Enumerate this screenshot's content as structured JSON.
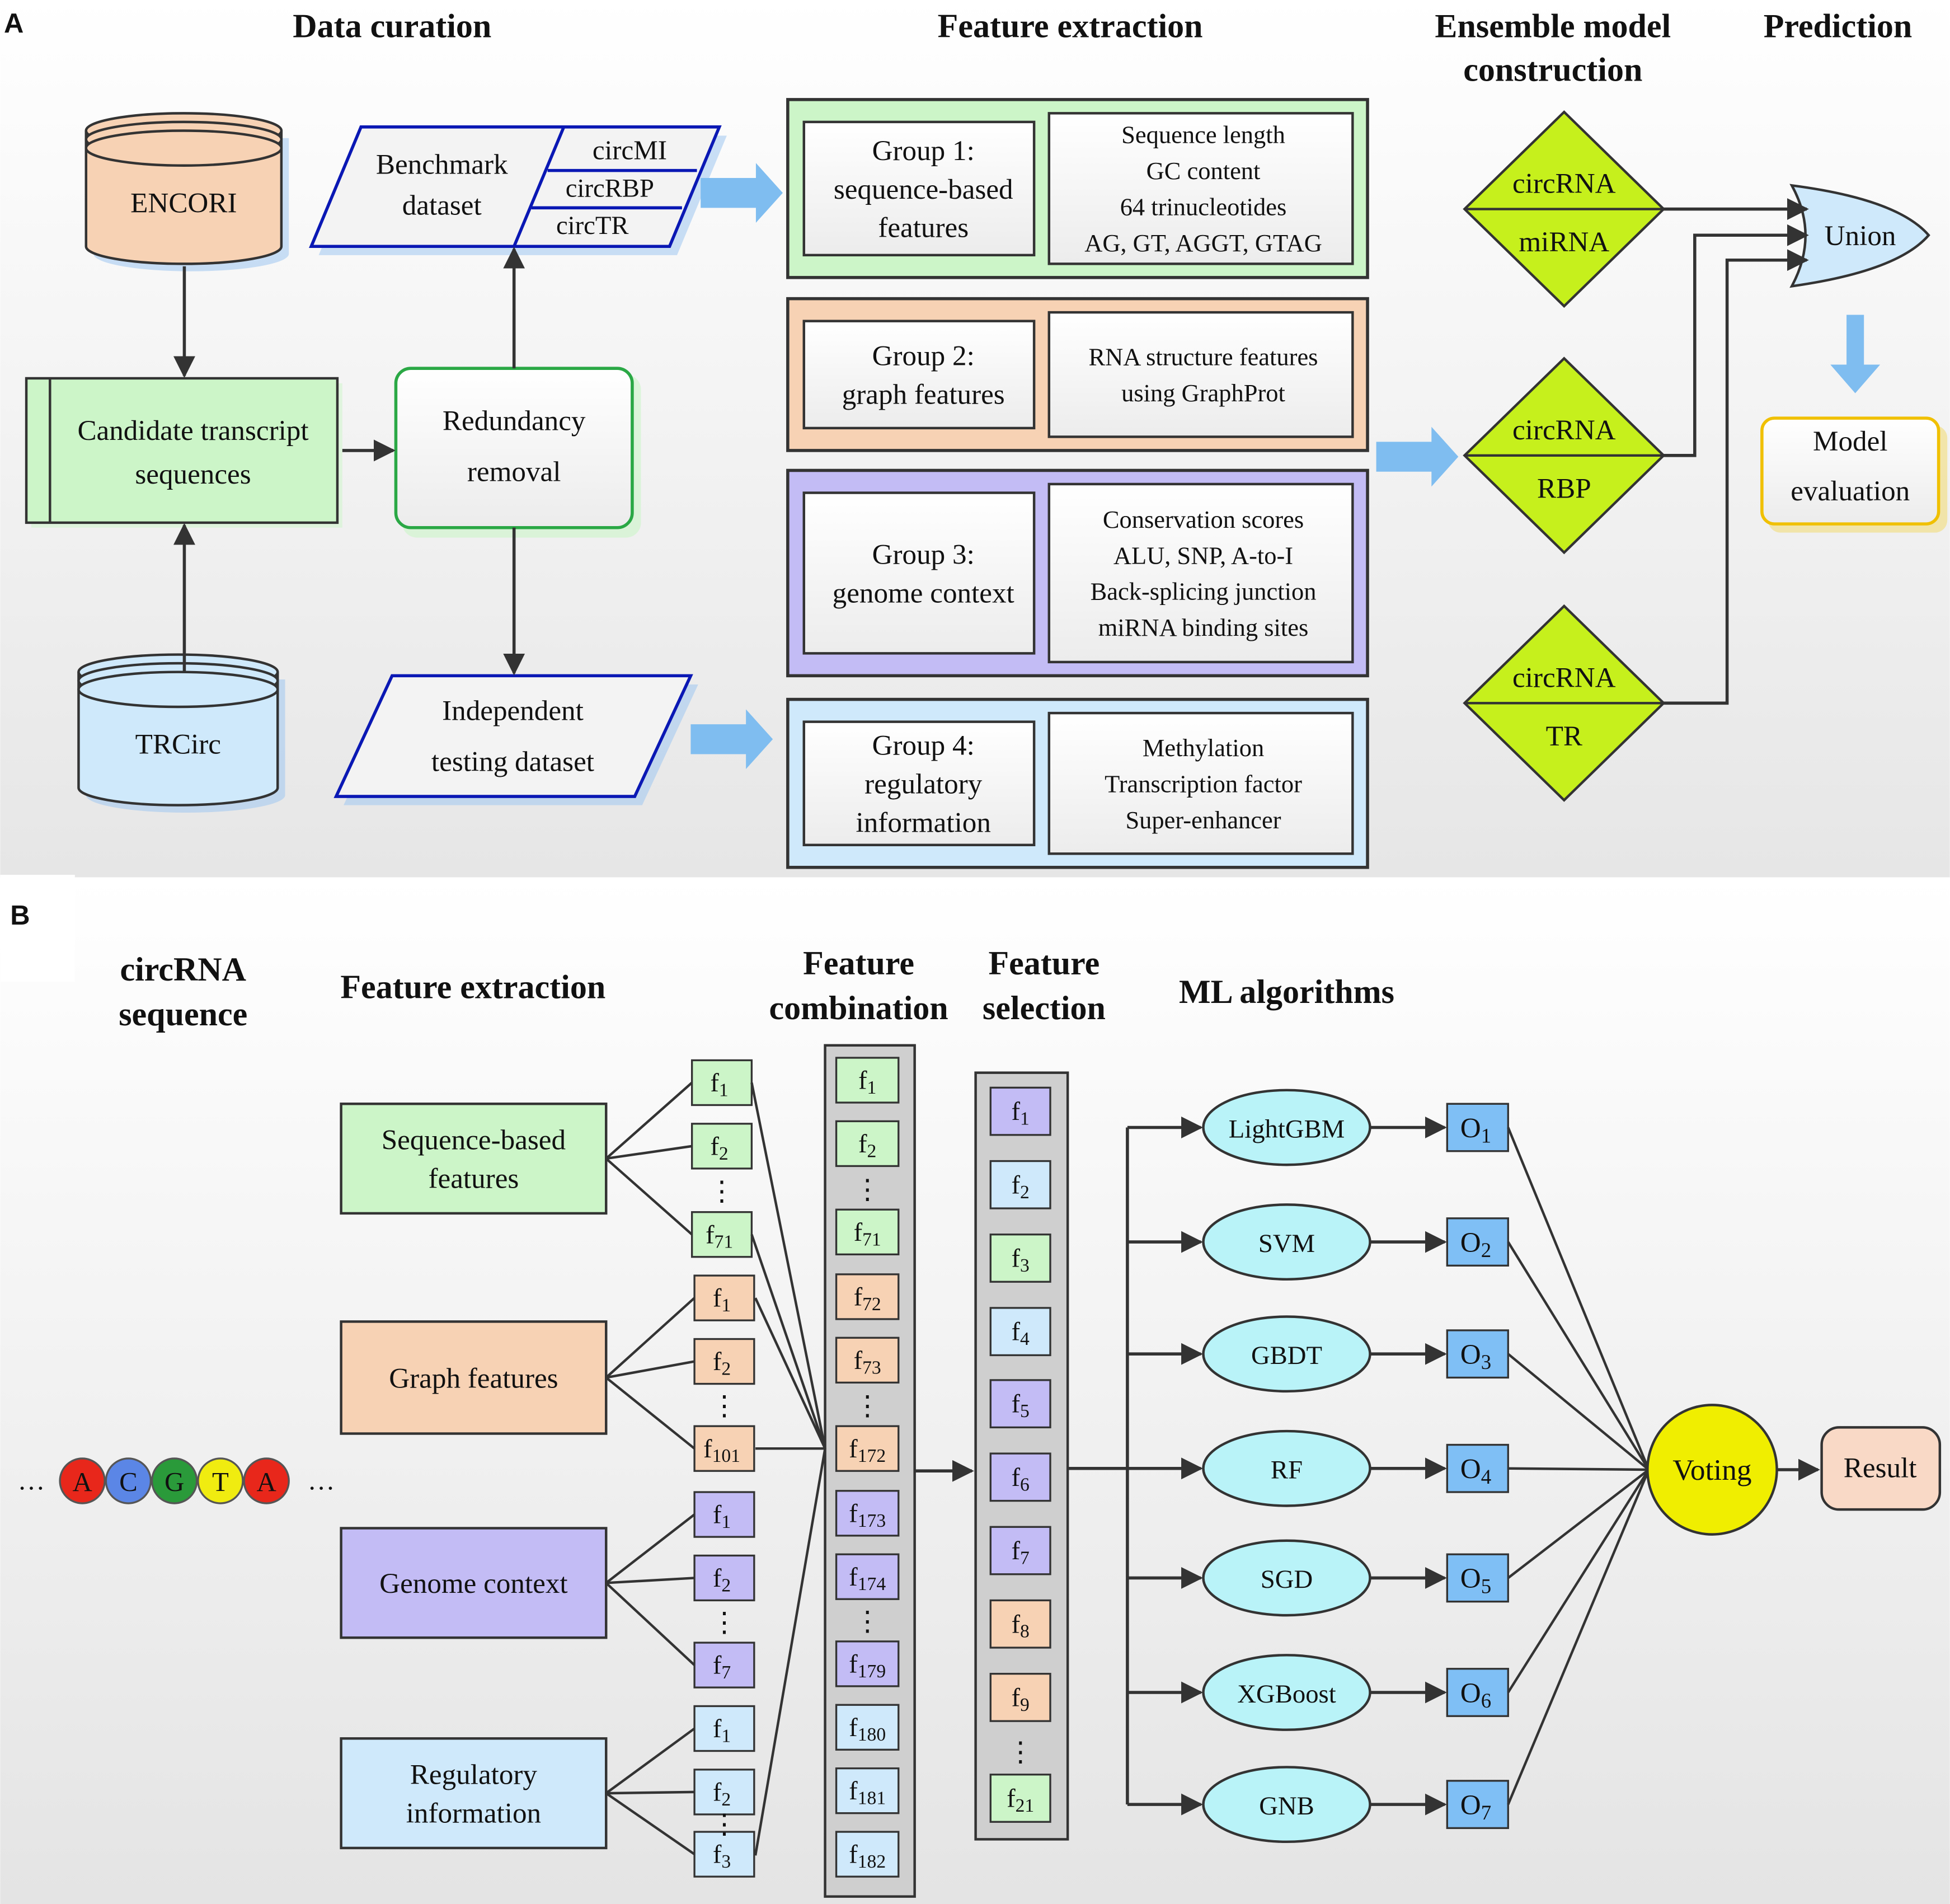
{
  "panel_a": {
    "label": "A",
    "headers": {
      "curation": "Data curation",
      "extraction": "Feature extraction",
      "ensemble_1": "Ensemble model",
      "ensemble_2": "construction",
      "prediction": "Prediction"
    },
    "db_encori": "ENCORI",
    "db_trcirc": "TRCirc",
    "candidate": [
      "Candidate transcript",
      "sequences"
    ],
    "redundancy": [
      "Redundancy",
      "removal"
    ],
    "benchmark": [
      "Benchmark",
      "dataset"
    ],
    "benchmark_items": [
      "circMI",
      "circRBP",
      "circTR"
    ],
    "independent": [
      "Independent",
      "testing dataset"
    ],
    "groups": [
      {
        "title": [
          "Group 1:",
          "sequence-based",
          "features"
        ],
        "details": [
          "Sequence length",
          "GC content",
          "64 trinucleotides",
          "AG, GT, AGGT, GTAG"
        ]
      },
      {
        "title": [
          "Group 2:",
          "graph features"
        ],
        "details": [
          "RNA structure features",
          "using GraphProt"
        ]
      },
      {
        "title": [
          "Group 3:",
          "genome context"
        ],
        "details": [
          "Conservation scores",
          "ALU, SNP, A-to-I",
          "Back-splicing junction",
          "miRNA binding sites"
        ]
      },
      {
        "title": [
          "Group 4:",
          "regulatory",
          "information"
        ],
        "details": [
          "Methylation",
          "Transcription factor",
          "Super-enhancer"
        ]
      }
    ],
    "models": [
      {
        "top": "circRNA",
        "bottom": "miRNA"
      },
      {
        "top": "circRNA",
        "bottom": "RBP"
      },
      {
        "top": "circRNA",
        "bottom": "TR"
      }
    ],
    "union": "Union",
    "evaluation": [
      "Model",
      "evaluation"
    ]
  },
  "panel_b": {
    "label": "B",
    "headers": {
      "seq": [
        "circRNA",
        "sequence"
      ],
      "extraction": "Feature extraction",
      "combination": [
        "Feature",
        "combination"
      ],
      "selection": [
        "Feature",
        "selection"
      ],
      "ml": "ML algorithms"
    },
    "ellipsis": "…",
    "vdots": "⋮",
    "bases": [
      "A",
      "C",
      "G",
      "T",
      "A"
    ],
    "categories": [
      {
        "name": [
          "Sequence-based",
          "features"
        ],
        "feats": [
          [
            "f",
            "1"
          ],
          [
            "f",
            "2"
          ],
          [
            "f",
            "71"
          ]
        ]
      },
      {
        "name": [
          "Graph features"
        ],
        "feats": [
          [
            "f",
            "1"
          ],
          [
            "f",
            "2"
          ],
          [
            "f",
            "101"
          ]
        ]
      },
      {
        "name": [
          "Genome context"
        ],
        "feats": [
          [
            "f",
            "1"
          ],
          [
            "f",
            "2"
          ],
          [
            "f",
            "7"
          ]
        ]
      },
      {
        "name": [
          "Regulatory",
          "information"
        ],
        "feats": [
          [
            "f",
            "1"
          ],
          [
            "f",
            "2"
          ],
          [
            "f",
            "3"
          ]
        ]
      }
    ],
    "combination": [
      [
        "f",
        "1"
      ],
      [
        "f",
        "2"
      ],
      [
        "f",
        "71"
      ],
      [
        "f",
        "72"
      ],
      [
        "f",
        "73"
      ],
      [
        "f",
        "172"
      ],
      [
        "f",
        "173"
      ],
      [
        "f",
        "174"
      ],
      [
        "f",
        "179"
      ],
      [
        "f",
        "180"
      ],
      [
        "f",
        "181"
      ],
      [
        "f",
        "182"
      ]
    ],
    "selection": [
      [
        "f",
        "1"
      ],
      [
        "f",
        "2"
      ],
      [
        "f",
        "3"
      ],
      [
        "f",
        "4"
      ],
      [
        "f",
        "5"
      ],
      [
        "f",
        "6"
      ],
      [
        "f",
        "7"
      ],
      [
        "f",
        "8"
      ],
      [
        "f",
        "9"
      ],
      [
        "f",
        "21"
      ]
    ],
    "algorithms": [
      "LightGBM",
      "SVM",
      "GBDT",
      "RF",
      "SGD",
      "XGBoost",
      "GNB"
    ],
    "outputs": [
      [
        "O",
        "1"
      ],
      [
        "O",
        "2"
      ],
      [
        "O",
        "3"
      ],
      [
        "O",
        "4"
      ],
      [
        "O",
        "5"
      ],
      [
        "O",
        "6"
      ],
      [
        "O",
        "7"
      ]
    ],
    "voting": "Voting",
    "result": "Result"
  },
  "colors": {
    "green": "#ccf5c8",
    "orange": "#f7d2b4",
    "purple": "#c3bcf5",
    "blue": "#cfe9fb",
    "lime": "#c6f01c",
    "cyan": "#b9f3f8",
    "yellow": "#f0ee00",
    "navy": "#0a18b4",
    "arrow": "#7fbdf0",
    "gray": "#cfcfcf",
    "dark": "#333333"
  }
}
